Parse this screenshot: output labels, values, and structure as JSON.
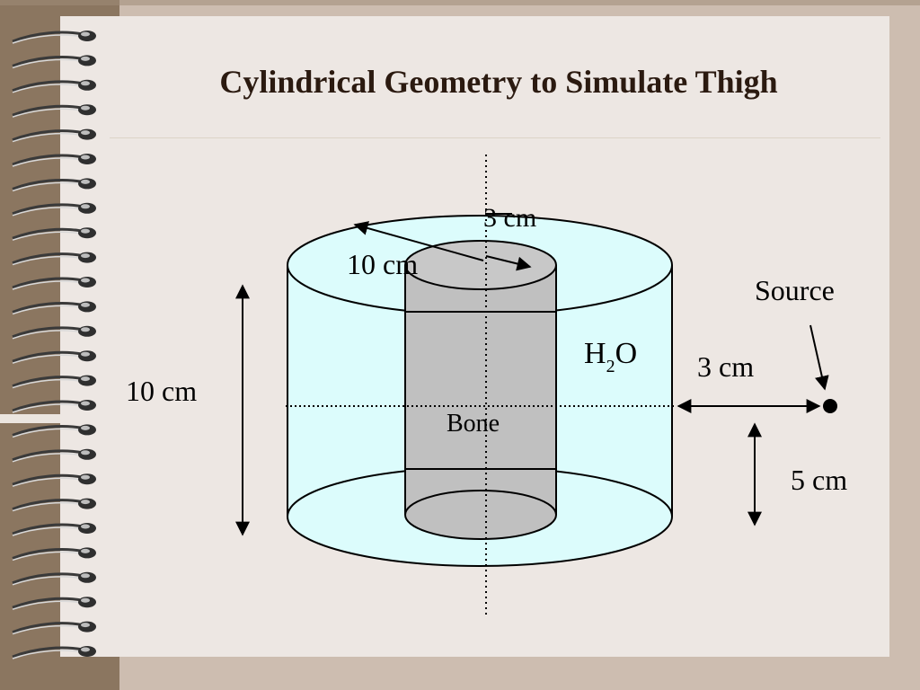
{
  "slide": {
    "title": "Cylindrical Geometry to Simulate Thigh"
  },
  "diagram": {
    "labels": {
      "inner_diameter": "3 cm",
      "outer_radius": "10 cm",
      "height": "10 cm",
      "water": "H",
      "water_sub": "2",
      "water_tail": "O",
      "bone": "Bone",
      "source": "Source",
      "source_distance": "3 cm",
      "source_offset": "5 cm"
    },
    "colors": {
      "water_fill": "#dcfcfc",
      "bone_fill": "#c0c0c0",
      "bone_top": "#c8c8c8",
      "line": "#000000"
    }
  }
}
